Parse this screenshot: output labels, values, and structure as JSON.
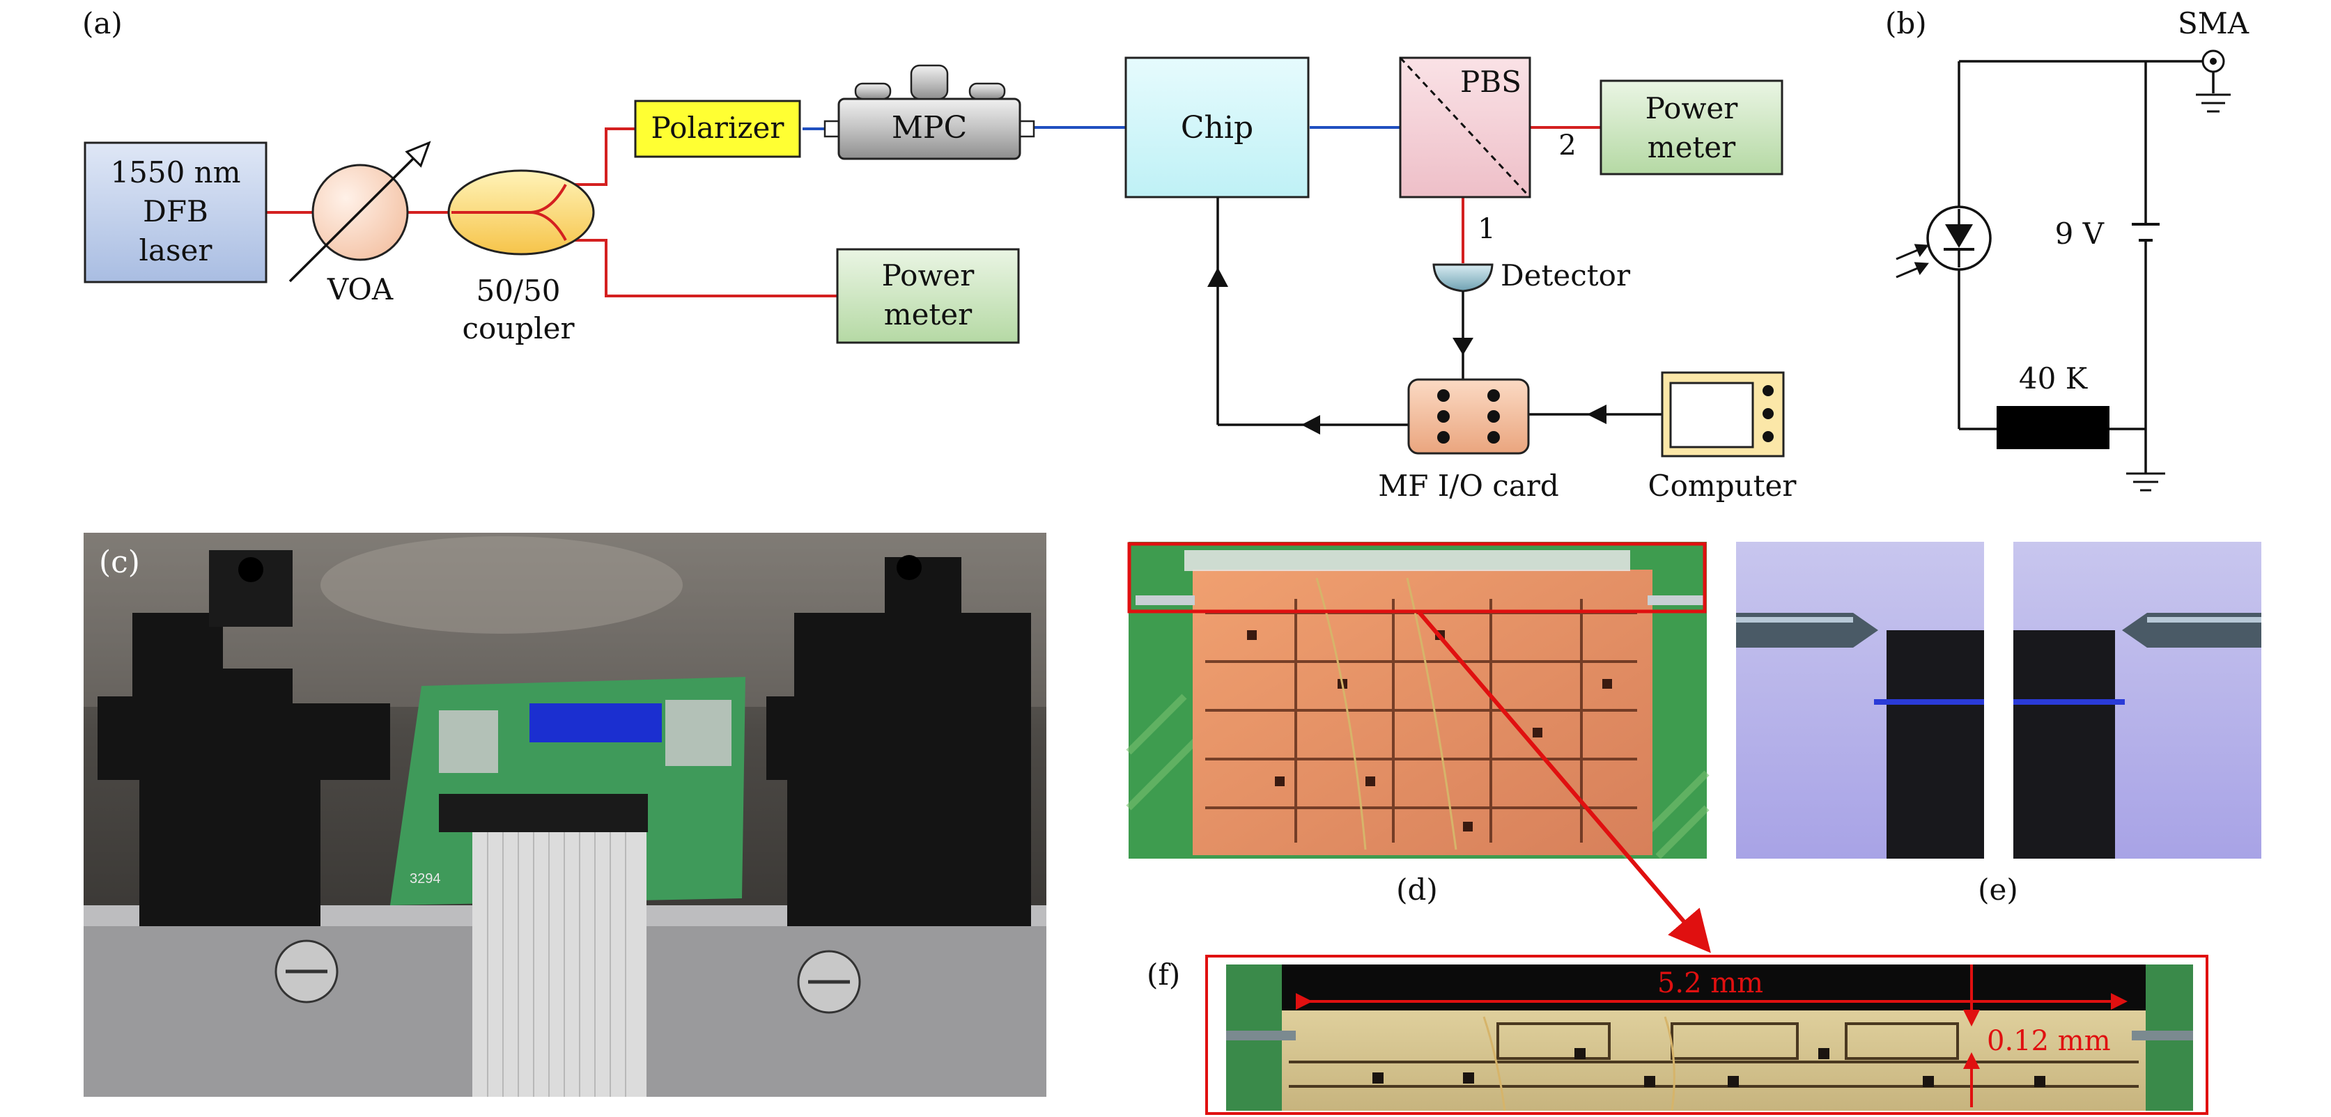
{
  "panels": {
    "a": "(a)",
    "b": "(b)",
    "c": "(c)",
    "d": "(d)",
    "e": "(e)",
    "f": "(f)"
  },
  "setup": {
    "laser": [
      "1550 nm",
      "DFB",
      "laser"
    ],
    "voa": "VOA",
    "coupler": [
      "50/50",
      "coupler"
    ],
    "polarizer": "Polarizer",
    "mpc": "MPC",
    "chip": "Chip",
    "pbs": "PBS",
    "port1": "1",
    "port2": "2",
    "power_meter_top": [
      "Power",
      "meter"
    ],
    "power_meter_bottom": [
      "Power",
      "meter"
    ],
    "detector": "Detector",
    "io_card": "MF I/O card",
    "computer": "Computer"
  },
  "circuit": {
    "sma": "SMA",
    "voltage": "9 V",
    "resistor": "40 K"
  },
  "zoom": {
    "length": "5.2 mm",
    "width": "0.12 mm"
  },
  "photo_board": {
    "code": "3294"
  },
  "colors": {
    "fiber_red": "#d42020",
    "fiber_blue": "#2050c0",
    "laser_fill": "#c9d6ee",
    "voa_fill": "#f7d6c4",
    "coupler_fill": "#fbe08a",
    "polarizer_fill": "#ffff33",
    "mpc_fill": "#c8c8c8",
    "chip_fill": "#cef7fb",
    "pbs_fill": "#f5d2d8",
    "meter_fill": "#d4eacb",
    "io_fill": "#f5c7a5",
    "computer_fill": "#fbe7a8",
    "annotation_red": "#e01010"
  },
  "icons": [
    "photodiode-icon",
    "battery-icon",
    "ground-icon",
    "sma-connector-icon",
    "resistor-icon"
  ]
}
